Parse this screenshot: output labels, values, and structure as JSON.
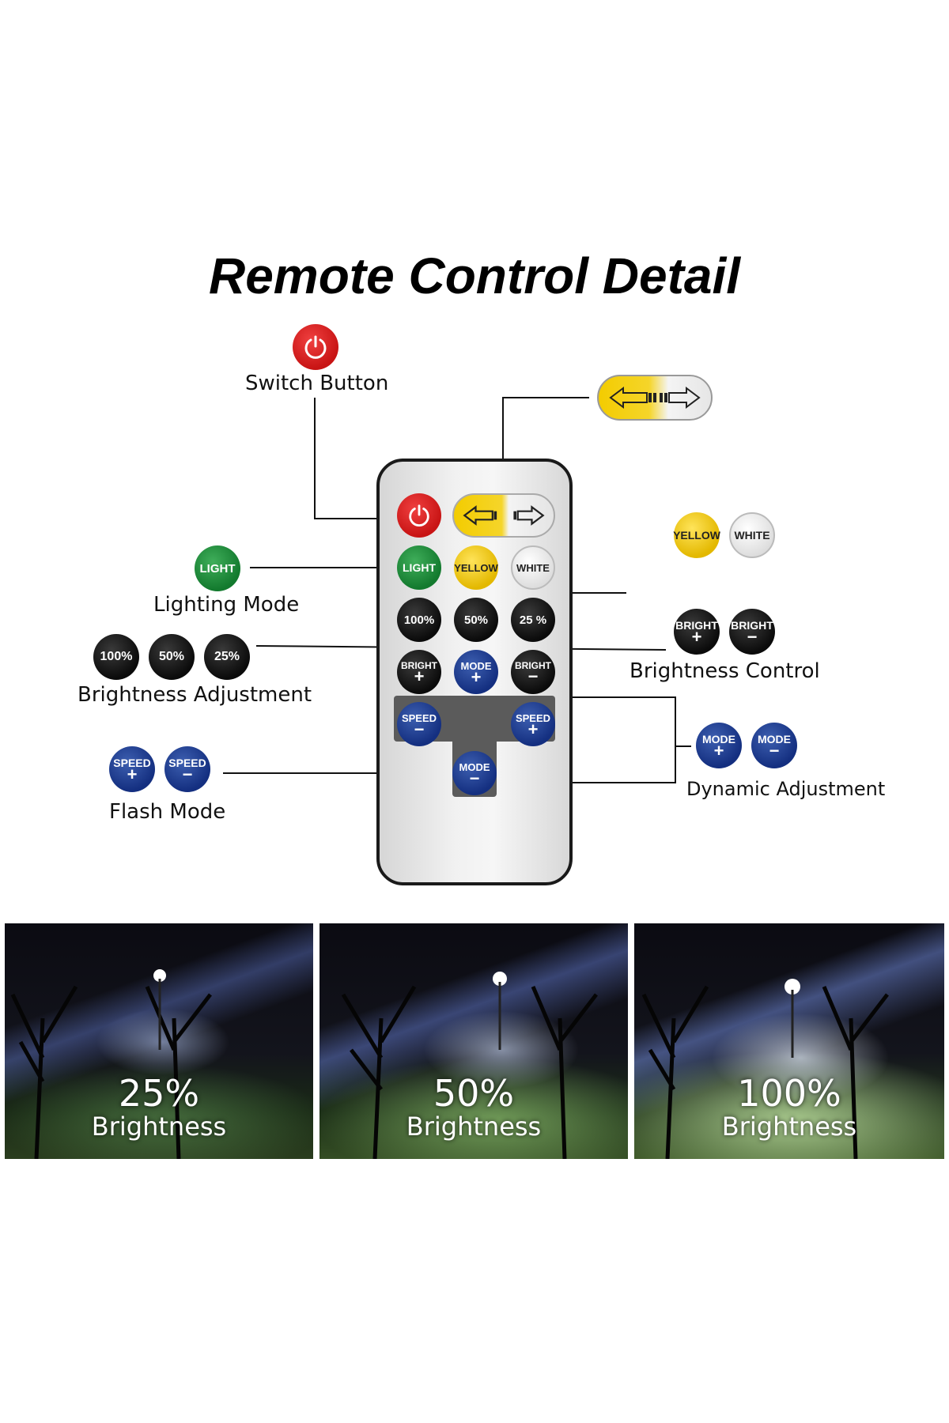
{
  "title": "Remote Control Detail",
  "labels": {
    "switch": "Switch Button",
    "lighting": "Lighting Mode",
    "brightness_adj": "Brightness Adjustment",
    "flash": "Flash Mode",
    "brightness_ctrl": "Brightness Control",
    "dynamic": "Dynamic Adjustment"
  },
  "buttons": {
    "light": "LIGHT",
    "yellow": "YELLOW",
    "white": "WHITE",
    "p100": "100%",
    "p50": "50%",
    "p25_remote": "25 %",
    "p25": "25%",
    "bright": "BRIGHT",
    "mode": "MODE",
    "speed": "SPEED",
    "plus": "+",
    "minus": "−"
  },
  "photos": [
    {
      "percent": "25%",
      "word": "Brightness"
    },
    {
      "percent": "50%",
      "word": "Brightness"
    },
    {
      "percent": "100%",
      "word": "Brightness"
    }
  ],
  "colors": {
    "power_red": "#d81e1e",
    "light_green": "#1b8a3a",
    "speed_blue": "#1b3a8f",
    "yellow": "#f0c800",
    "black": "#111111"
  }
}
